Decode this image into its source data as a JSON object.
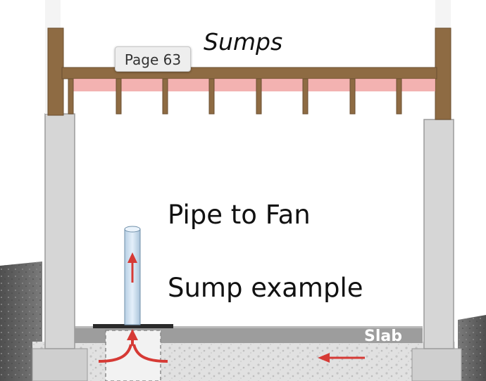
{
  "diagram": {
    "title": "Sumps",
    "page_tag": "Page 63",
    "labels": {
      "pipe": "Pipe to Fan",
      "sump": "Sump example",
      "slab": "Slab"
    },
    "colors": {
      "wood": "#8b6a45",
      "wood_dark": "#6b4f30",
      "insulation": "#f0a6a4",
      "concrete_wall": "#d4d4d4",
      "slab": "#9a9a9a",
      "gravel": "#dcdcdc",
      "soil": "#5e5e5e",
      "pipe": "#cfe3f4",
      "arrow": "#d63a35"
    },
    "icons": [
      "up-arrow",
      "left-arrow",
      "split-arrow"
    ]
  }
}
